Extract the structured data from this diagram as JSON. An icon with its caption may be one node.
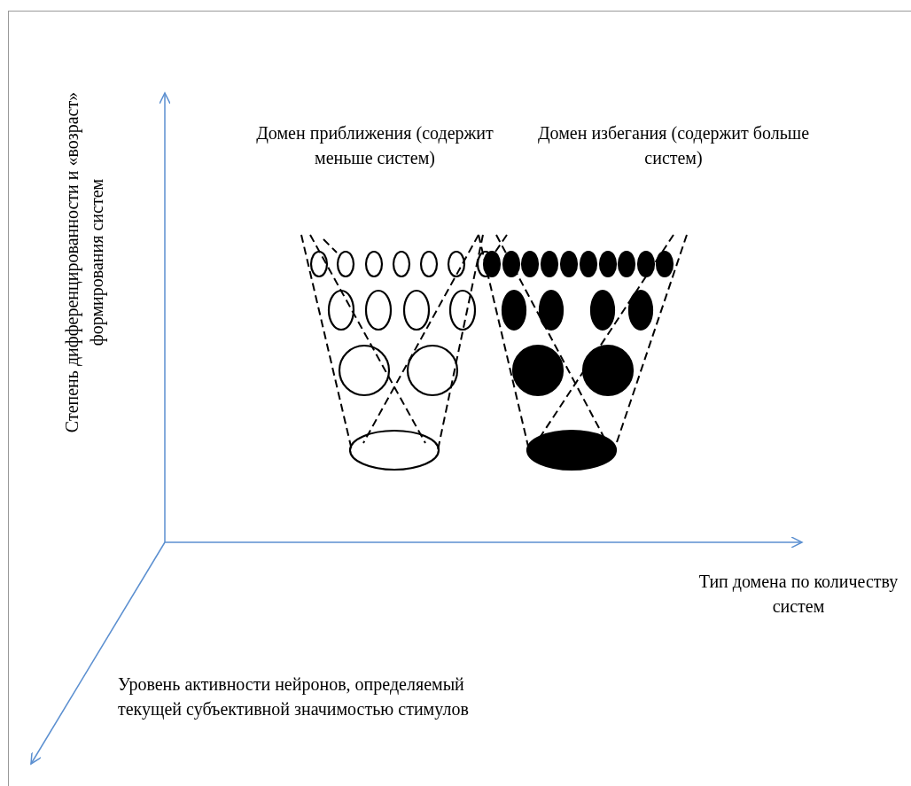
{
  "diagram": {
    "labels": [
      "Домен приближения (содержит меньше систем)",
      "Домен избегания (содержит больше систем)",
      "Степень дифференцированности и «возраст» формирования систем",
      "Тип домена по количеству систем",
      "Уровень активности нейронов, определяемый текущей субъективной значимостью стимулов"
    ]
  }
}
